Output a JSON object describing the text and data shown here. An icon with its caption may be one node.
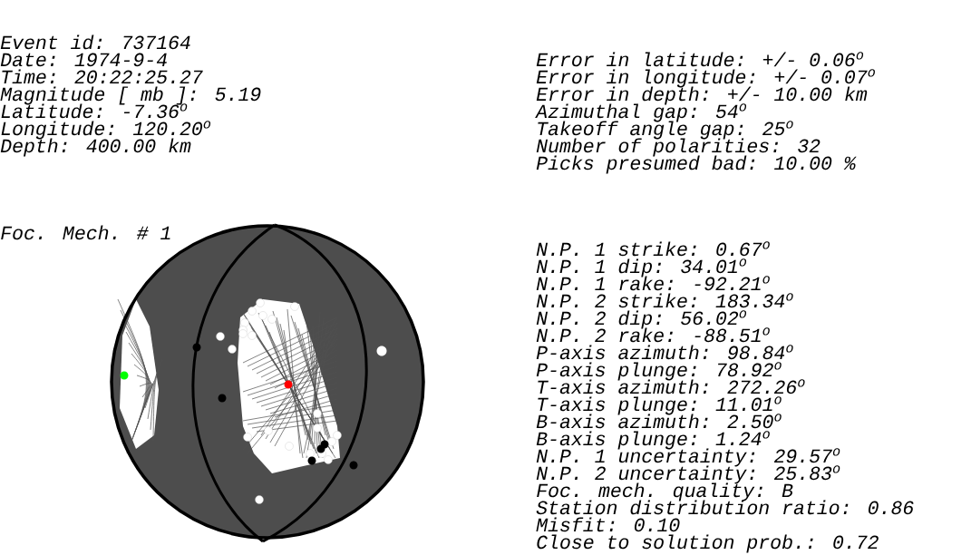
{
  "diagram": {
    "labels": [
      "Event id: 737164",
      "Date: 1974-9-4",
      "Time: 20:22:25.27",
      "Magnitude [ mb ]: 5.19",
      "Latitude: -7.36$^{o}$",
      "Longitude: 120.20$^{o}$",
      "Depth: 400.00 km",
      "Error in latitude: +/- 0.06$^{o}$",
      "Error in longitude: +/- 0.07$^{o}$",
      "Error in depth: +/- 10.00 km",
      "Azimuthal gap: 54$^{o}$",
      "Takeoff angle gap: 25$^{o}$",
      "Number of polarities: 32",
      "Picks presumed bad: 10.00 %",
      "Foc. Mech. # 1",
      "N.P. 1 strike: 0.67$^{o}$",
      "N.P. 1 dip: 34.01$^{o}$",
      "N.P. 1 rake: -92.21$^{o}$",
      "N.P. 2 strike: 183.34$^{o}$",
      "N.P. 2 dip: 56.02$^{o}$",
      "N.P. 2 rake: -88.51$^{o}$",
      "P-axis azimuth: 98.84$^{o}$",
      "P-axis plunge: 78.92$^{o}$",
      "T-axis azimuth: 272.26$^{o}$",
      "T-axis plunge: 11.01$^{o}$",
      "B-axis azimuth: 2.50$^{o}$",
      "B-axis plunge: 1.24$^{o}$",
      "N.P. 1 uncertainty: 29.57$^{o}$",
      "N.P. 2 uncertainty: 25.83$^{o}$",
      "Foc. mech. quality: B",
      "Station distribution ratio: 0.86",
      "Misfit: 0.10",
      "Close to solution prob.: 0.72"
    ]
  }
}
